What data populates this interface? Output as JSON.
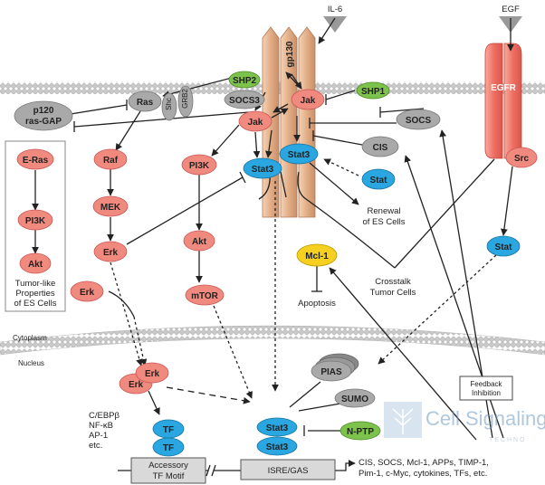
{
  "colors": {
    "salmon": "#f08a7e",
    "blue": "#2aa7e0",
    "green": "#7dc24b",
    "gray": "#a9a9a9",
    "yellow": "#f5d020",
    "receptor": "#e7b896",
    "egfr": "#f07a6e",
    "membrane": "#c8c8c8"
  },
  "ligands": {
    "il6": "IL-6",
    "egf": "EGF"
  },
  "receptors": {
    "gp130": "gp130",
    "egfr": "EGFR"
  },
  "membrane": {
    "cytoplasm": "Cytoplasm",
    "nucleus": "Nucleus"
  },
  "nodes": {
    "shp2": "SHP2",
    "ras": "Ras",
    "shc": "Shc",
    "grb2": "GRB2",
    "socs3": "SOCS3",
    "jak_left": "Jak",
    "jak_right": "Jak",
    "shp1": "SHP1",
    "p120_line1": "p120",
    "p120_line2": "ras-GAP",
    "raf": "Raf",
    "mek": "MEK",
    "erk": "Erk",
    "erk_lone": "Erk",
    "pi3k": "PI3K",
    "akt": "Akt",
    "mtor": "mTOR",
    "stat3_left": "Stat3",
    "stat3_right": "Stat3",
    "stat": "Stat",
    "socs": "SOCS",
    "cis": "CIS",
    "src": "Src",
    "stat_egfr": "Stat",
    "mcl1": "Mcl-1",
    "erk_n1": "Erk",
    "erk_n2": "Erk",
    "tf1": "TF",
    "tf2": "TF",
    "pias": "PIAS",
    "sumo": "SUMO",
    "nptp": "N-PTP",
    "stat3_n1": "Stat3",
    "stat3_n2": "Stat3"
  },
  "eras_box": {
    "eras": "E-Ras",
    "pi3k": "PI3K",
    "akt": "Akt",
    "caption": [
      "Tumor-like",
      "Properties",
      "of ES Cells"
    ]
  },
  "labels": {
    "renewal": [
      "Renewal",
      "of ES Cells"
    ],
    "apoptosis": "Apoptosis",
    "crosstalk": [
      "Crosstalk",
      "Tumor Cells"
    ],
    "tf_list": [
      "C/EBPβ",
      "NF-κB",
      "AP-1",
      "etc."
    ],
    "feedback": [
      "Feedback",
      "Inhibition"
    ],
    "accessory": [
      "Accessory",
      "TF Motif"
    ],
    "isre": "ISRE/GAS",
    "targets": [
      "CIS, SOCS, Mcl-1, APPs, TIMP-1,",
      "Pim-1, c-Myc, cytokines, TFs, etc."
    ]
  },
  "watermark": {
    "title": "Cell Signaling",
    "subtitle": "TECHNO"
  }
}
